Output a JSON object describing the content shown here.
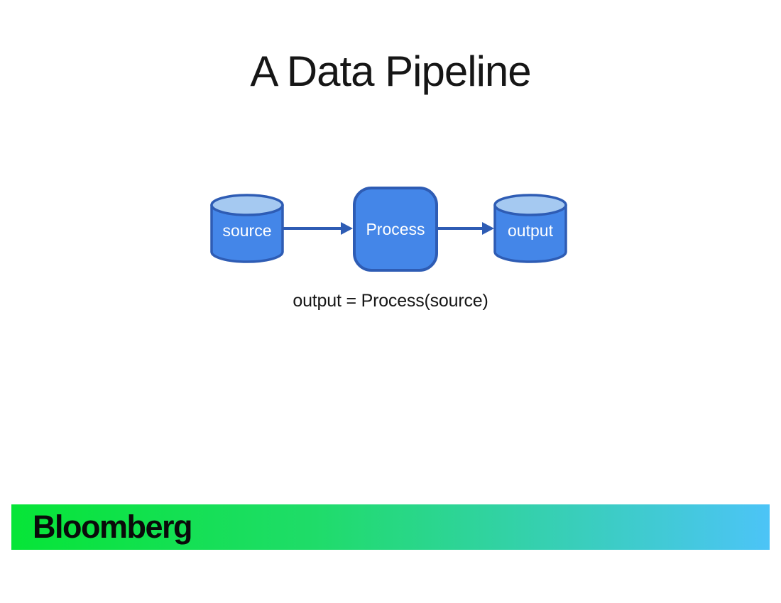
{
  "slide": {
    "title": "A Data Pipeline",
    "formula": "output = Process(source)",
    "background_color": "#FFFFFF",
    "text_color": "#161616"
  },
  "diagram": {
    "nodes": [
      {
        "id": "source",
        "type": "cylinder",
        "label": "source"
      },
      {
        "id": "process",
        "type": "rounded-rect",
        "label": "Process"
      },
      {
        "id": "output",
        "type": "cylinder",
        "label": "output"
      }
    ],
    "connectors": [
      {
        "from": "source",
        "to": "process",
        "direction": "right"
      },
      {
        "from": "process",
        "to": "output",
        "direction": "right"
      }
    ],
    "colors": {
      "shape_fill": "#4486E8",
      "cylinder_top_fill": "#A5C9F1",
      "shape_stroke": "#2E5CB4",
      "arrow": "#2E5CB4",
      "label_text": "#FFFFFF"
    }
  },
  "footer": {
    "brand": "Bloomberg",
    "gradient_start": "#06E537",
    "gradient_mid": "#1FDC69",
    "gradient_end": "#4CC4F7",
    "text_color": "#0A0A0A"
  }
}
